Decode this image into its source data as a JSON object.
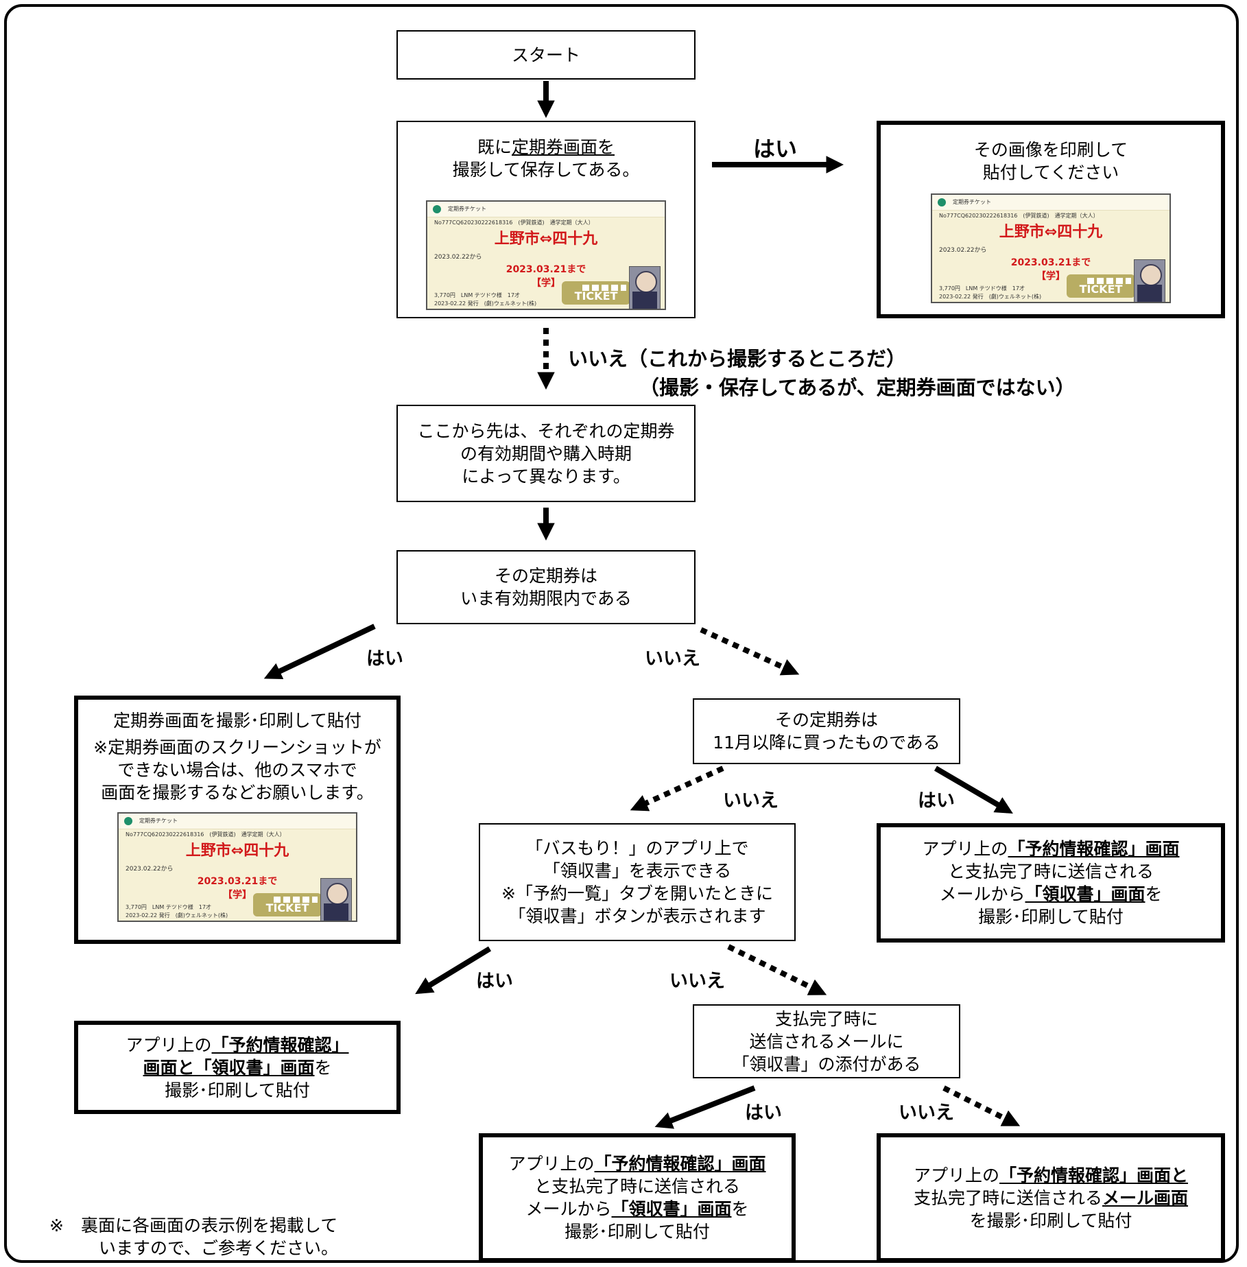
{
  "nodes": {
    "start": {
      "l1": "スタート"
    },
    "q_saved": {
      "pre": "既に",
      "u": "定期券画面を",
      "l2": "撮影して保存してある。"
    },
    "a_print": {
      "l1": "その画像を印刷して",
      "l2": "貼付してください"
    },
    "info": {
      "l1": "ここから先は、それぞれの定期券",
      "l2": "の有効期間や購入時期",
      "l3": "によって異なります。"
    },
    "q_valid": {
      "l1": "その定期券は",
      "l2": "いま有効期限内である"
    },
    "a_shoot": {
      "l1": "定期券画面を撮影･印刷して貼付",
      "l2": "※定期券画面のスクリーンショットが",
      "l3": "できない場合は、他のスマホで",
      "l4": "画面を撮影するなどお願いします。"
    },
    "q_nov": {
      "l1": "その定期券は",
      "l2": "11月以降に買ったものである"
    },
    "q_app": {
      "l1": "「バスもり！」のアプリ上で",
      "l2": "「領収書」を表示できる",
      "l3": "※「予約一覧」タブを開いたときに",
      "l4": "「領収書」ボタンが表示されます"
    },
    "a_nov_yes": {
      "l1a": "アプリ上の",
      "l1b": "「予約情報確認」画面",
      "l2": "と支払完了時に送信される",
      "l3a": "メールから",
      "l3b": "「領収書」画面",
      "l3c": "を",
      "l4": "撮影･印刷して貼付"
    },
    "a_app_yes": {
      "l1a": "アプリ上の",
      "l1b": "「予約情報確認」",
      "l2a": "画面と「領収書」画面",
      "l2b": "を",
      "l3": "撮影･印刷して貼付"
    },
    "q_mail": {
      "l1": "支払完了時に",
      "l2": "送信されるメールに",
      "l3": "「領収書」の添付がある"
    },
    "a_mail_yes": {
      "l1a": "アプリ上の",
      "l1b": "「予約情報確認」画面",
      "l2": "と支払完了時に送信される",
      "l3a": "メールから",
      "l3b": "「領収書」画面",
      "l3c": "を",
      "l4": "撮影･印刷して貼付"
    },
    "a_mail_no": {
      "l1a": "アプリ上の",
      "l1b": "「予約情報確認」画面と",
      "l2a": "支払完了時に送信される",
      "l2b": "メール画面",
      "l3": "を撮影･印刷して貼付"
    }
  },
  "labels": {
    "yes": "はい",
    "no": "いいえ",
    "no_long_1": "いいえ（これから撮影するところだ）",
    "no_long_2": "（撮影・保存してあるが、定期券画面ではない）"
  },
  "ticket": {
    "header": "定期券チケット",
    "number": "No777CQ620230222618316　(伊賀鉄道)　通学定期（大人）",
    "route": "上野市⇔四十九",
    "from": "2023.02.22から",
    "until": "2023.03.21まで",
    "type": "【学】",
    "footer1": "3,770円　LNM テツドウ様　17才",
    "footer2": "2023-02.22 発行　(劇)ウェルネット(株)",
    "bus_text": "TICKET"
  },
  "footnote": {
    "l1": "※　裏面に各画面の表示例を掲載して",
    "l2": "いますので、ご参考ください。"
  }
}
